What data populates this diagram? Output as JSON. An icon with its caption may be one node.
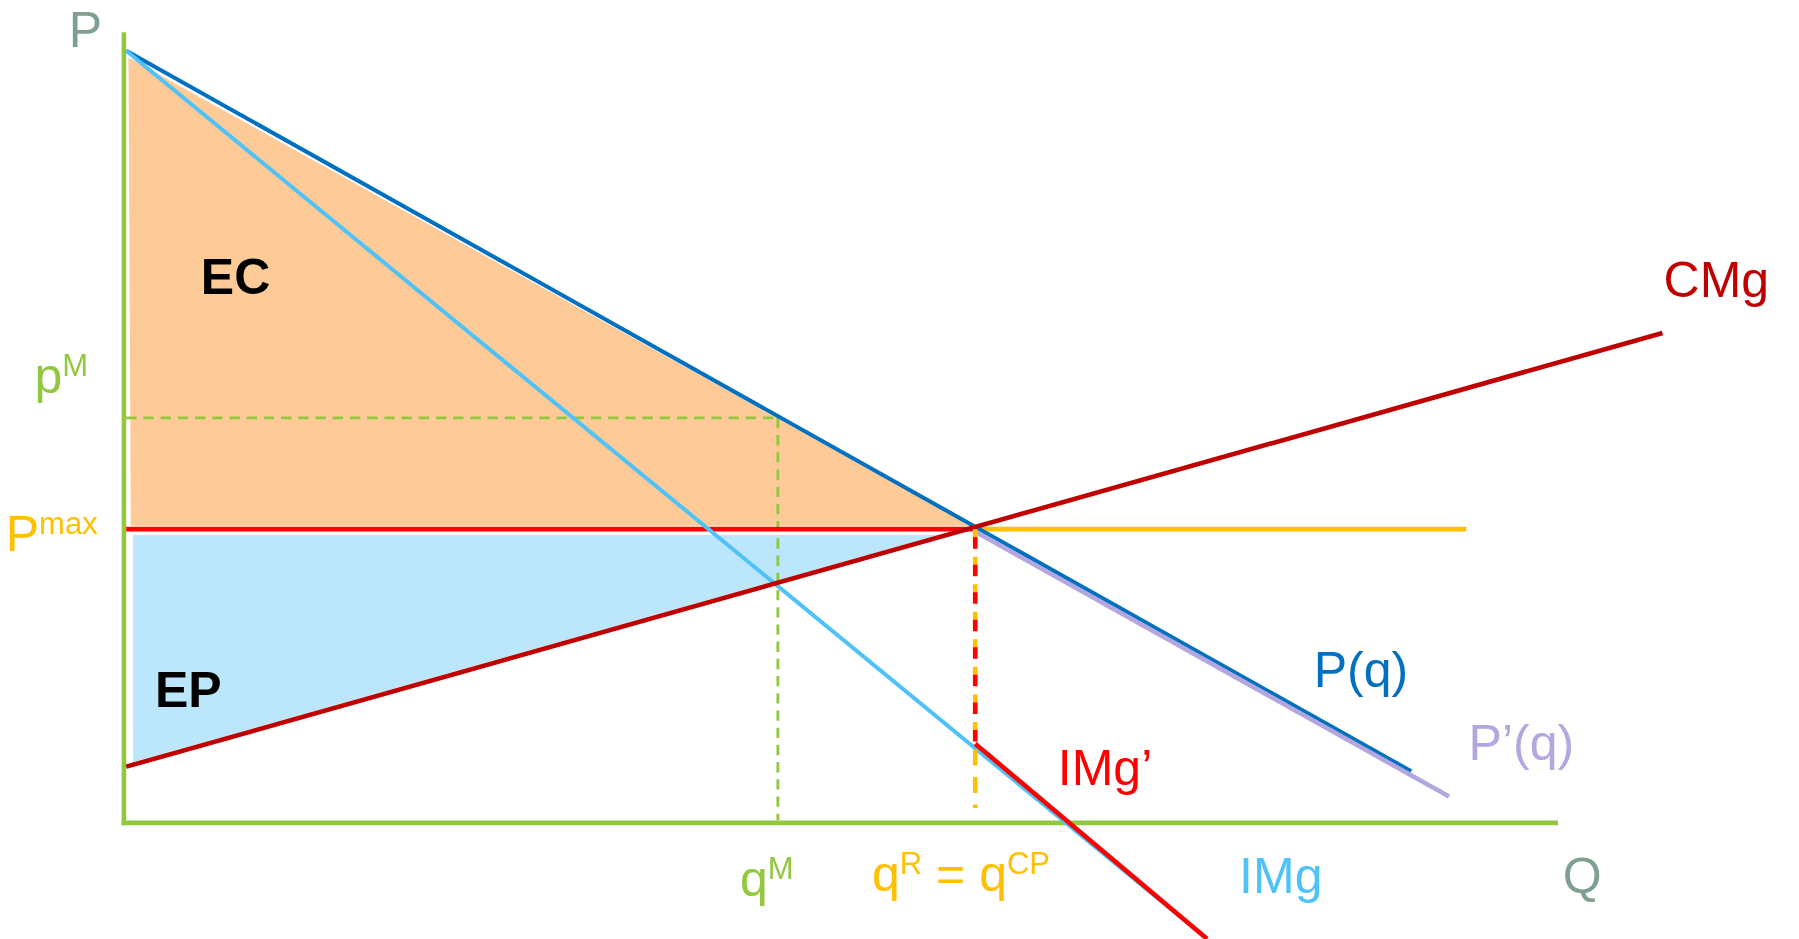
{
  "diagram": {
    "labels": [
      "P",
      "EC",
      "CMg",
      "p$^{M}$",
      "P$^{max}$",
      "EP",
      "P(q)",
      "P’(q)",
      "IMg’",
      "q$^{M}$",
      "q$^{R}$ = q$^{CP}$",
      "IMg",
      "Q"
    ]
  }
}
